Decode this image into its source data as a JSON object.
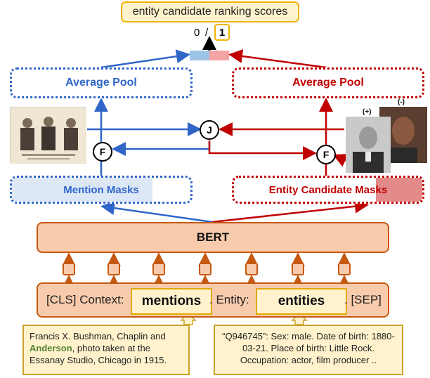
{
  "title": "entity candidate ranking scores",
  "scores": {
    "left": "0",
    "sep": "/",
    "right": "1"
  },
  "pools": {
    "left": "Average Pool",
    "right": "Average Pool"
  },
  "masks": {
    "left": "Mention Masks",
    "right": "Entity Candidate Masks"
  },
  "ops": {
    "f_left": "F",
    "j": "J",
    "f_right": "F"
  },
  "bert": "BERT",
  "input": {
    "cls_context": "[CLS] Context:",
    "mentions": "mentions",
    "entity_label": ". Entity:",
    "entities": "entities",
    "sep": ". [SEP]"
  },
  "images": {
    "positive": "(+)",
    "negative": "(-)"
  },
  "notes": {
    "mention_text_pre": "Francis X. Bushman, Chaplin and",
    "mention_highlight": "Anderson",
    "mention_text_post": ", photo taken at the Essanay Studio, Chicago in 1915.",
    "entity_text": "“Q946745”: Sex: male. Date of birth: 1880-03-21. Place of birth: Little Rock. Occupation: actor, film producer .."
  },
  "colors": {
    "blue": "#2f66c8",
    "red": "#c00000",
    "orange": "#c65911",
    "bert_fill": "#f8cbad",
    "highlight": "#548235",
    "yellow": "#fff2cc"
  }
}
